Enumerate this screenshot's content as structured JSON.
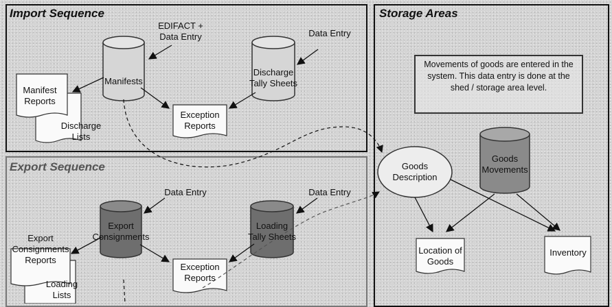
{
  "panels": {
    "import_title": "Import Sequence",
    "export_title": "Export Sequence",
    "storage_title": "Storage Areas"
  },
  "import": {
    "edifact_line1": "EDIFACT +",
    "edifact_line2": "Data Entry",
    "data_entry_right": "Data Entry",
    "manifests": "Manifests",
    "discharge_tally_line1": "Discharge",
    "discharge_tally_line2": "Tally Sheets",
    "manifest_reports_line1": "Manifest",
    "manifest_reports_line2": "Reports",
    "discharge_lists_line1": "Discharge",
    "discharge_lists_line2": "Lists",
    "exception_line1": "Exception",
    "exception_line2": "Reports"
  },
  "export": {
    "data_entry_left": "Data Entry",
    "data_entry_right": "Data Entry",
    "consignments_line1": "Export",
    "consignments_line2": "Consignments",
    "loading_tally_line1": "Loading",
    "loading_tally_line2": "Tally Sheets",
    "consignment_reports_line1": "Export",
    "consignment_reports_line2": "Consignments",
    "consignment_reports_line3": "Reports",
    "loading_lists_line1": "Loading",
    "loading_lists_line2": "Lists",
    "exception_line1": "Exception",
    "exception_line2": "Reports"
  },
  "storage": {
    "note": "Movements of goods are entered in the system. This data entry is done at the shed / storage area level.",
    "goods_description_line1": "Goods",
    "goods_description_line2": "Description",
    "goods_movements_line1": "Goods",
    "goods_movements_line2": "Movements",
    "location_line1": "Location of",
    "location_line2": "Goods",
    "inventory": "Inventory"
  },
  "colors": {
    "import_cylinder": "#d6d6d6",
    "export_cylinder": "#6e6e6e",
    "goods_movements_cylinder": "#8a8a8a",
    "panel_border": "#111111"
  }
}
